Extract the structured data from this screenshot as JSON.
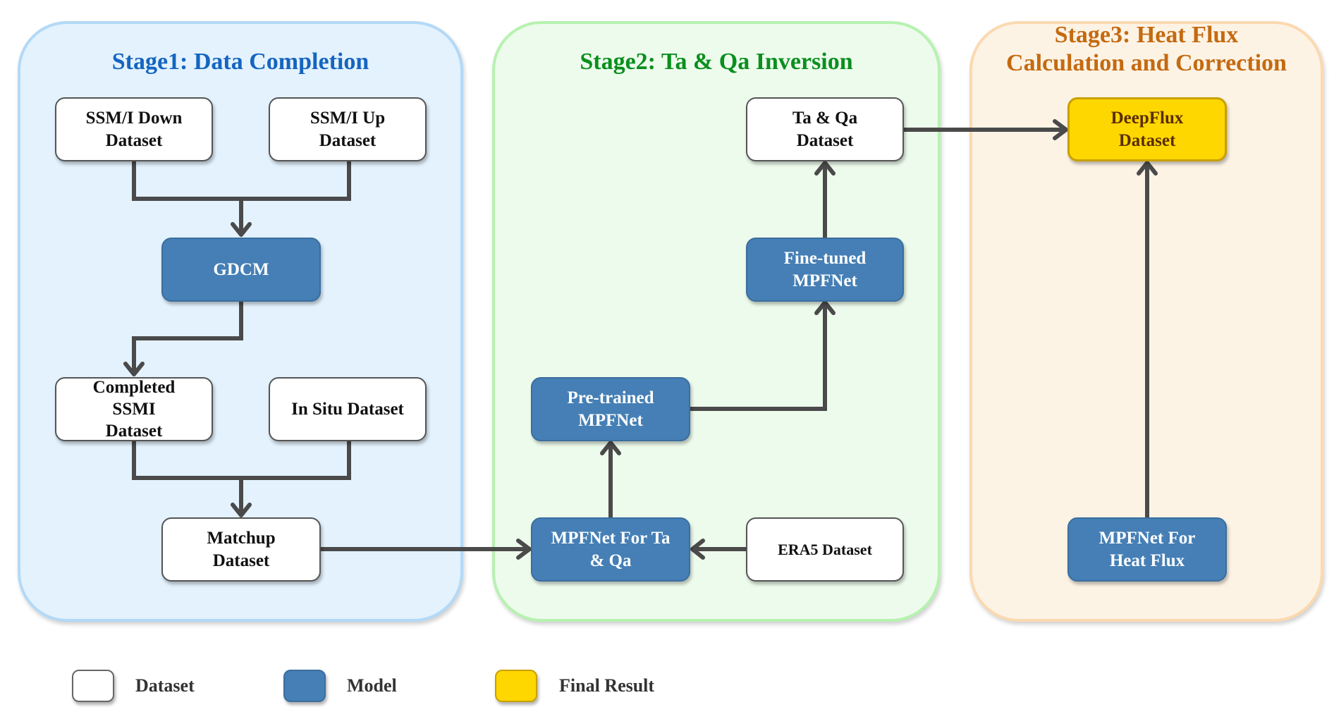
{
  "stages": [
    {
      "id": "stage1",
      "title": "Stage1: Data Completion",
      "title_color": "#1565c0",
      "bg": "#e3f2fd",
      "border": "#b3d9f7"
    },
    {
      "id": "stage2",
      "title": "Stage2: Ta & Qa Inversion",
      "title_color": "#0a8f1e",
      "bg": "#edfbec",
      "border": "#b6f2b0"
    },
    {
      "id": "stage3",
      "title_line1": "Stage3: Heat Flux",
      "title_line2": "Calculation and Correction",
      "title_color": "#c46a10",
      "bg": "#fdf3e5",
      "border": "#fbd9b0"
    }
  ],
  "nodes": {
    "ssmi_down": {
      "label": "SSM/I Down\nDataset",
      "type": "dataset"
    },
    "ssmi_up": {
      "label": "SSM/I Up\nDataset",
      "type": "dataset"
    },
    "gdcm": {
      "label": "GDCM",
      "type": "model"
    },
    "completed_ssmi": {
      "label": "Completed\nSSMI\nDataset",
      "type": "dataset"
    },
    "in_situ": {
      "label": "In Situ Dataset",
      "type": "dataset"
    },
    "matchup": {
      "label": "Matchup\nDataset",
      "type": "dataset"
    },
    "ta_qa_dataset": {
      "label": "Ta & Qa\nDataset",
      "type": "dataset"
    },
    "fine_tuned": {
      "label": "Fine-tuned\nMPFNet",
      "type": "model"
    },
    "pre_trained": {
      "label": "Pre-trained\nMPFNet",
      "type": "model"
    },
    "mpfnet_taqa": {
      "label": "MPFNet For Ta\n& Qa",
      "type": "model"
    },
    "era5": {
      "label": "ERA5 Dataset",
      "type": "dataset"
    },
    "deepflux": {
      "label": "DeepFlux\nDataset",
      "type": "final"
    },
    "mpfnet_heatflux": {
      "label": "MPFNet For\nHeat Flux",
      "type": "model"
    }
  },
  "edges": [
    {
      "from": [
        "ssmi_down",
        "ssmi_up"
      ],
      "to": "gdcm",
      "kind": "merge"
    },
    {
      "from": "gdcm",
      "to": "completed_ssmi"
    },
    {
      "from": [
        "completed_ssmi",
        "in_situ"
      ],
      "to": "matchup",
      "kind": "merge"
    },
    {
      "from": "matchup",
      "to": "mpfnet_taqa"
    },
    {
      "from": "era5",
      "to": "mpfnet_taqa"
    },
    {
      "from": "mpfnet_taqa",
      "to": "pre_trained"
    },
    {
      "from": "pre_trained",
      "to": "fine_tuned"
    },
    {
      "from": "fine_tuned",
      "to": "ta_qa_dataset"
    },
    {
      "from": "ta_qa_dataset",
      "to": "deepflux"
    },
    {
      "from": "mpfnet_heatflux",
      "to": "deepflux"
    }
  ],
  "legend": [
    {
      "label": "Dataset",
      "type": "dataset"
    },
    {
      "label": "Model",
      "type": "model"
    },
    {
      "label": "Final Result",
      "type": "final"
    }
  ],
  "colors": {
    "edge": "#4a4a4a",
    "model": "#457fb5",
    "final": "#ffd700",
    "dataset": "#ffffff"
  }
}
